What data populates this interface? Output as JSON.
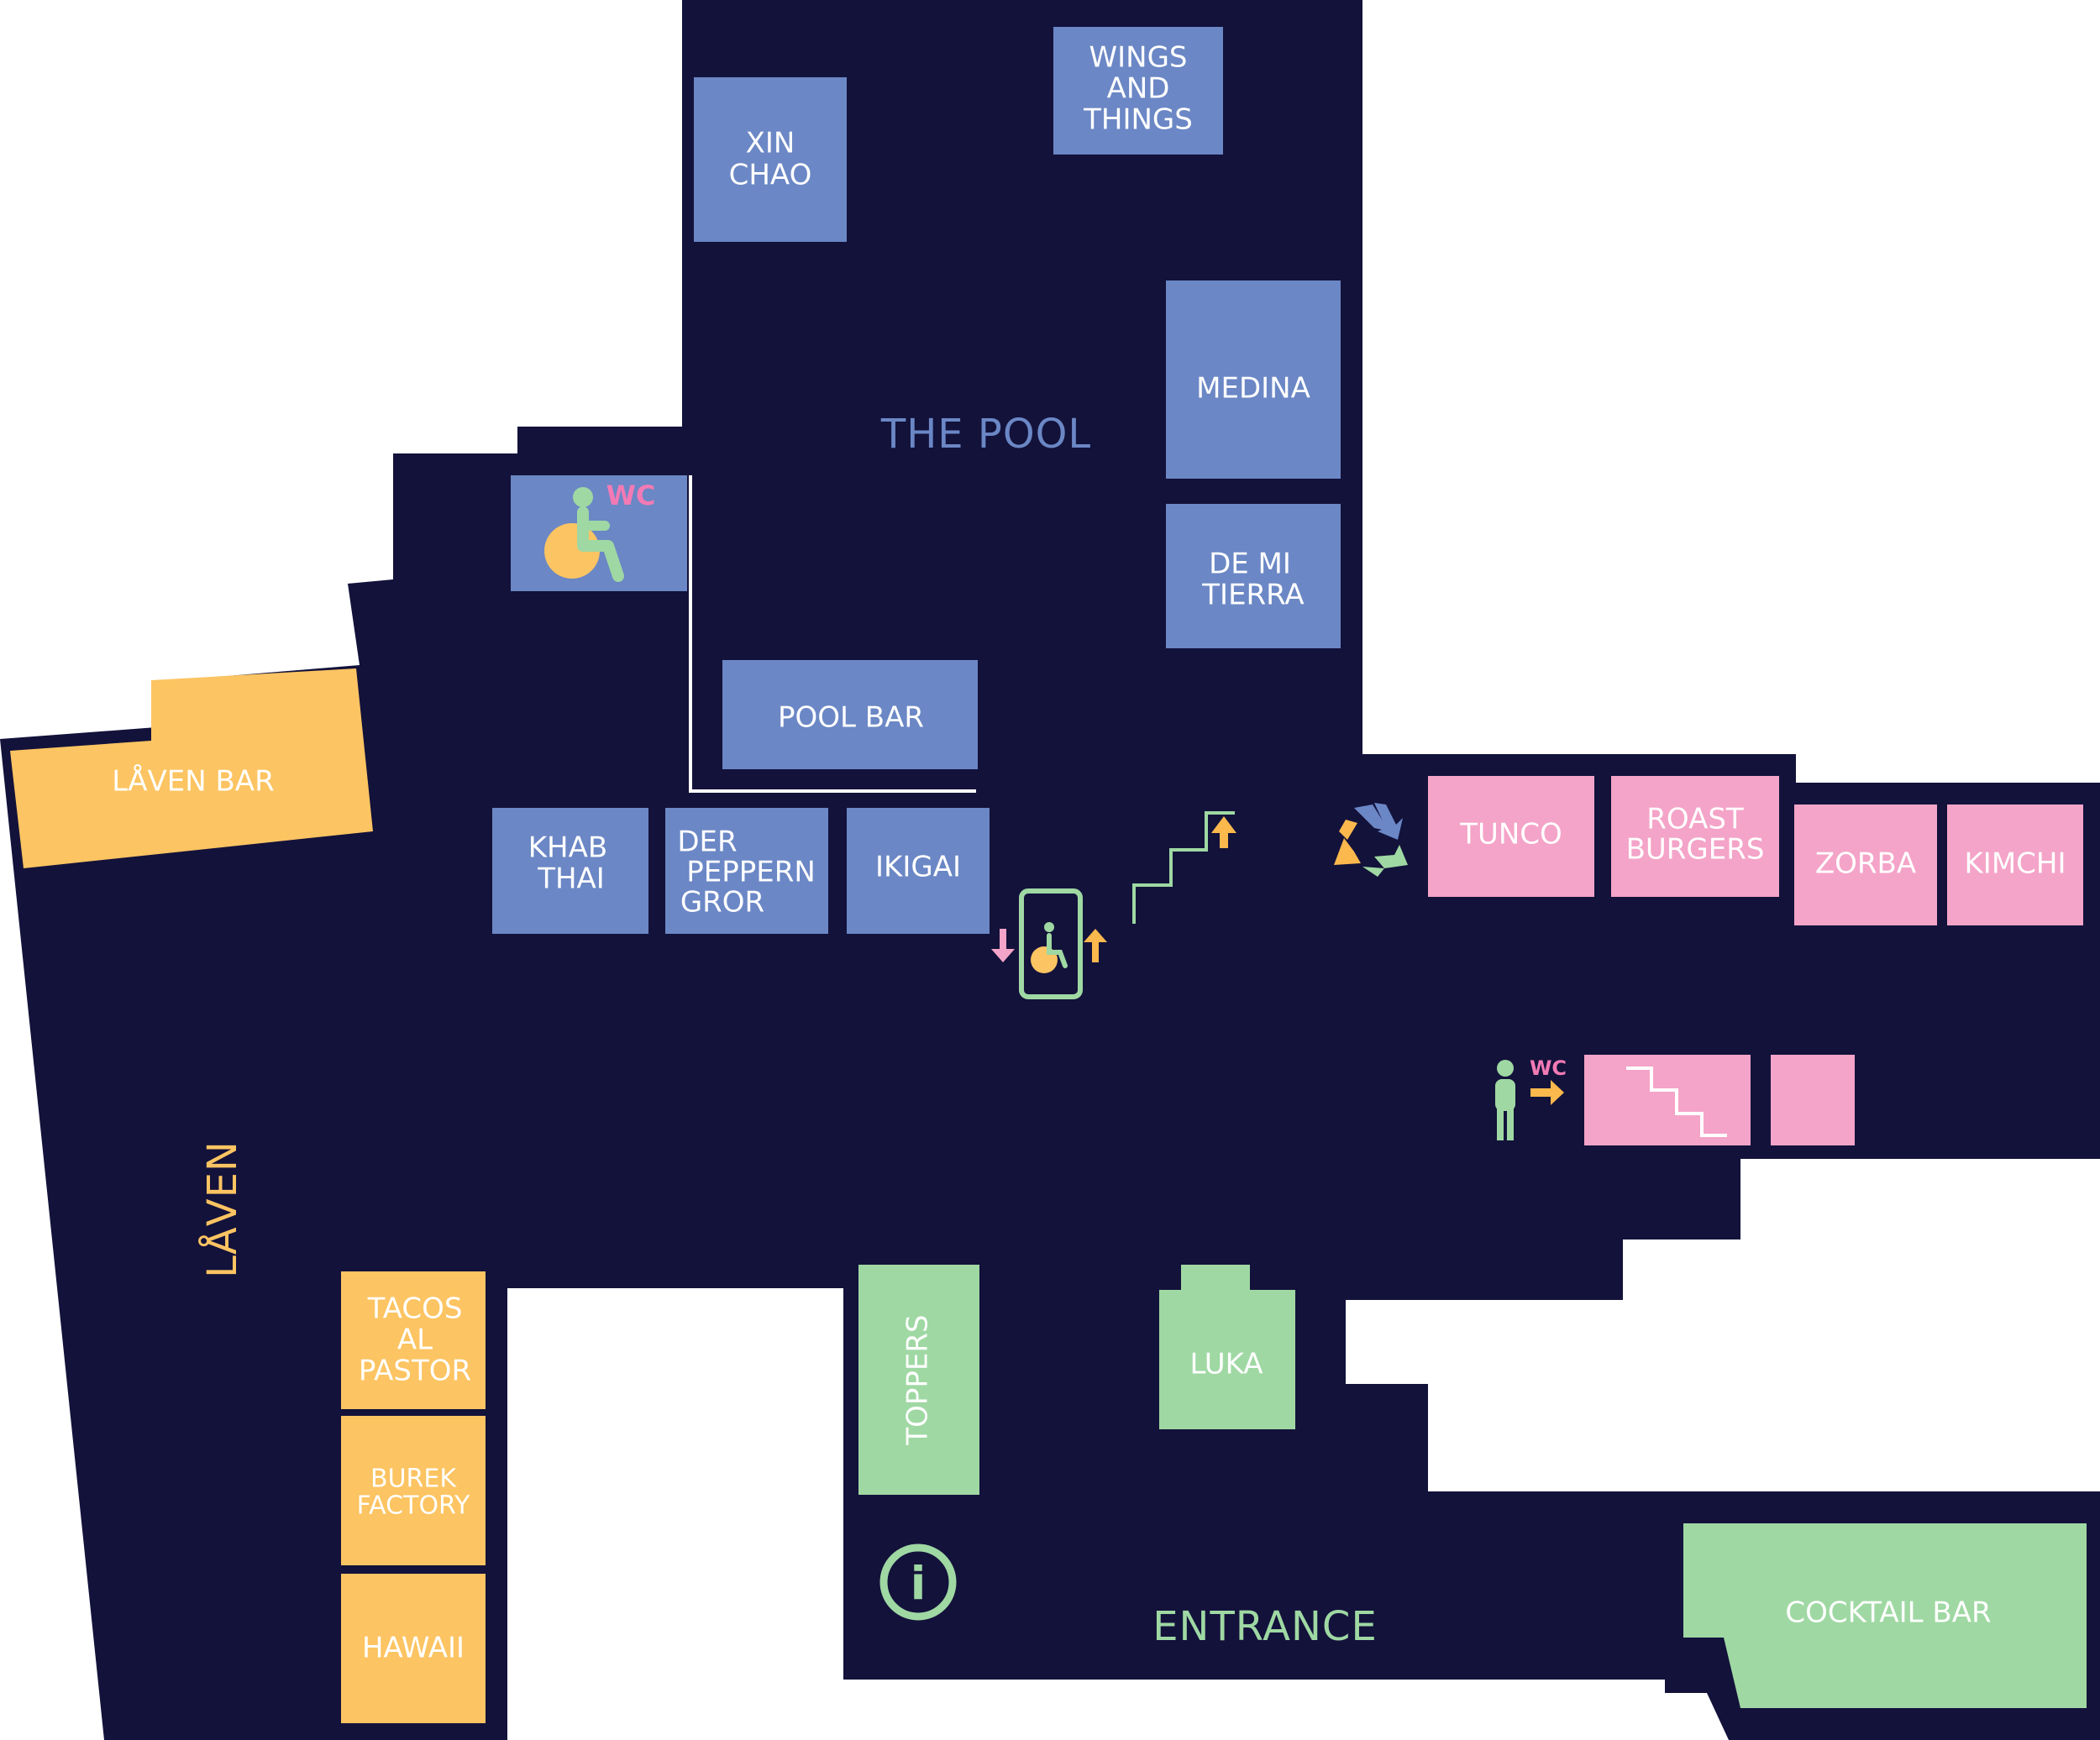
{
  "colors": {
    "floor": "#13123b",
    "pool_zone": "#6b87c5",
    "pink_zone": "#f4a4c8",
    "yellow_zone": "#fcc462",
    "green_zone": "#9fd8a3",
    "white": "#ffffff",
    "wc_pink": "#f27ab5",
    "arrow_yellow": "#fbb84c"
  },
  "zones": {
    "pool": "THE POOL",
    "laven": "LÅVEN",
    "entrance": "ENTRANCE"
  },
  "stalls": {
    "xin_chao": [
      "XIN",
      "CHAO"
    ],
    "wings": [
      "WINGS",
      "AND",
      "THINGS"
    ],
    "medina": [
      "MEDINA"
    ],
    "de_mi_tierra": [
      "DE MI",
      "TIERRA"
    ],
    "pool_bar": [
      "POOL BAR"
    ],
    "khab_thai": [
      "KHAB",
      "THAI"
    ],
    "der_pepper": [
      "DER",
      "PEPPERN",
      "GROR"
    ],
    "ikigai": [
      "IKIGAI"
    ],
    "laven_bar": [
      "LÅVEN BAR"
    ],
    "tunco": [
      "TUNCO"
    ],
    "roast_burgers": [
      "ROAST",
      "BURGERS"
    ],
    "zorba": [
      "ZORBA"
    ],
    "kimchi": [
      "KIMCHI"
    ],
    "tacos": [
      "TACOS",
      "AL",
      "PASTOR"
    ],
    "burek": [
      "BUREK",
      "FACTORY"
    ],
    "hawaii": [
      "HAWAII"
    ],
    "toppers": [
      "TOPPERS"
    ],
    "luka": [
      "LUKA"
    ],
    "cocktail_bar": [
      "COCKTAIL BAR"
    ]
  },
  "icons": {
    "wc_label": "WC",
    "wc_label_2": "WC",
    "info": "i"
  }
}
